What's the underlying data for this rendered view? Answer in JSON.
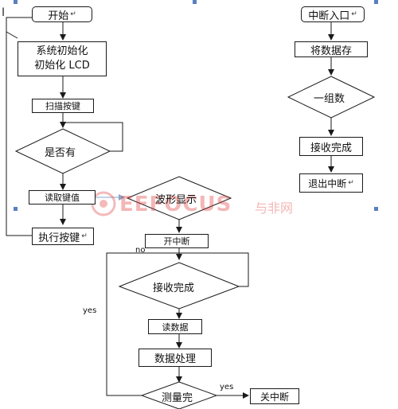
{
  "main_flow": {
    "start": "开始",
    "init_line1": "系统初始化",
    "init_line2": "初始化 LCD",
    "scan_keys": "扫描按键",
    "decision_key": "是否有",
    "read_key": "读取键值",
    "execute_key": "执行按键",
    "waveform_display": "波形显示"
  },
  "measure_flow": {
    "enable_interrupt": "开中断",
    "decision_receive": "接收完成",
    "read_data": "读数据",
    "process": "数据处理",
    "decision_measure": "测量完",
    "disable_interrupt": "关中断",
    "label_no": "no",
    "label_yes_left": "yes",
    "label_yes_right": "yes"
  },
  "isr_flow": {
    "entry": "中断入口",
    "store": "将数据存",
    "decision_group": "一组数",
    "receive_done": "接收完成",
    "exit": "退出中断"
  },
  "watermark": {
    "text": "EEFOCUS",
    "subtext": "与非网",
    "color": "#e03030"
  },
  "colors": {
    "line": "#1a1a1a",
    "handle": "#5a7fc0",
    "connector_blue": "#8aa6c8"
  }
}
